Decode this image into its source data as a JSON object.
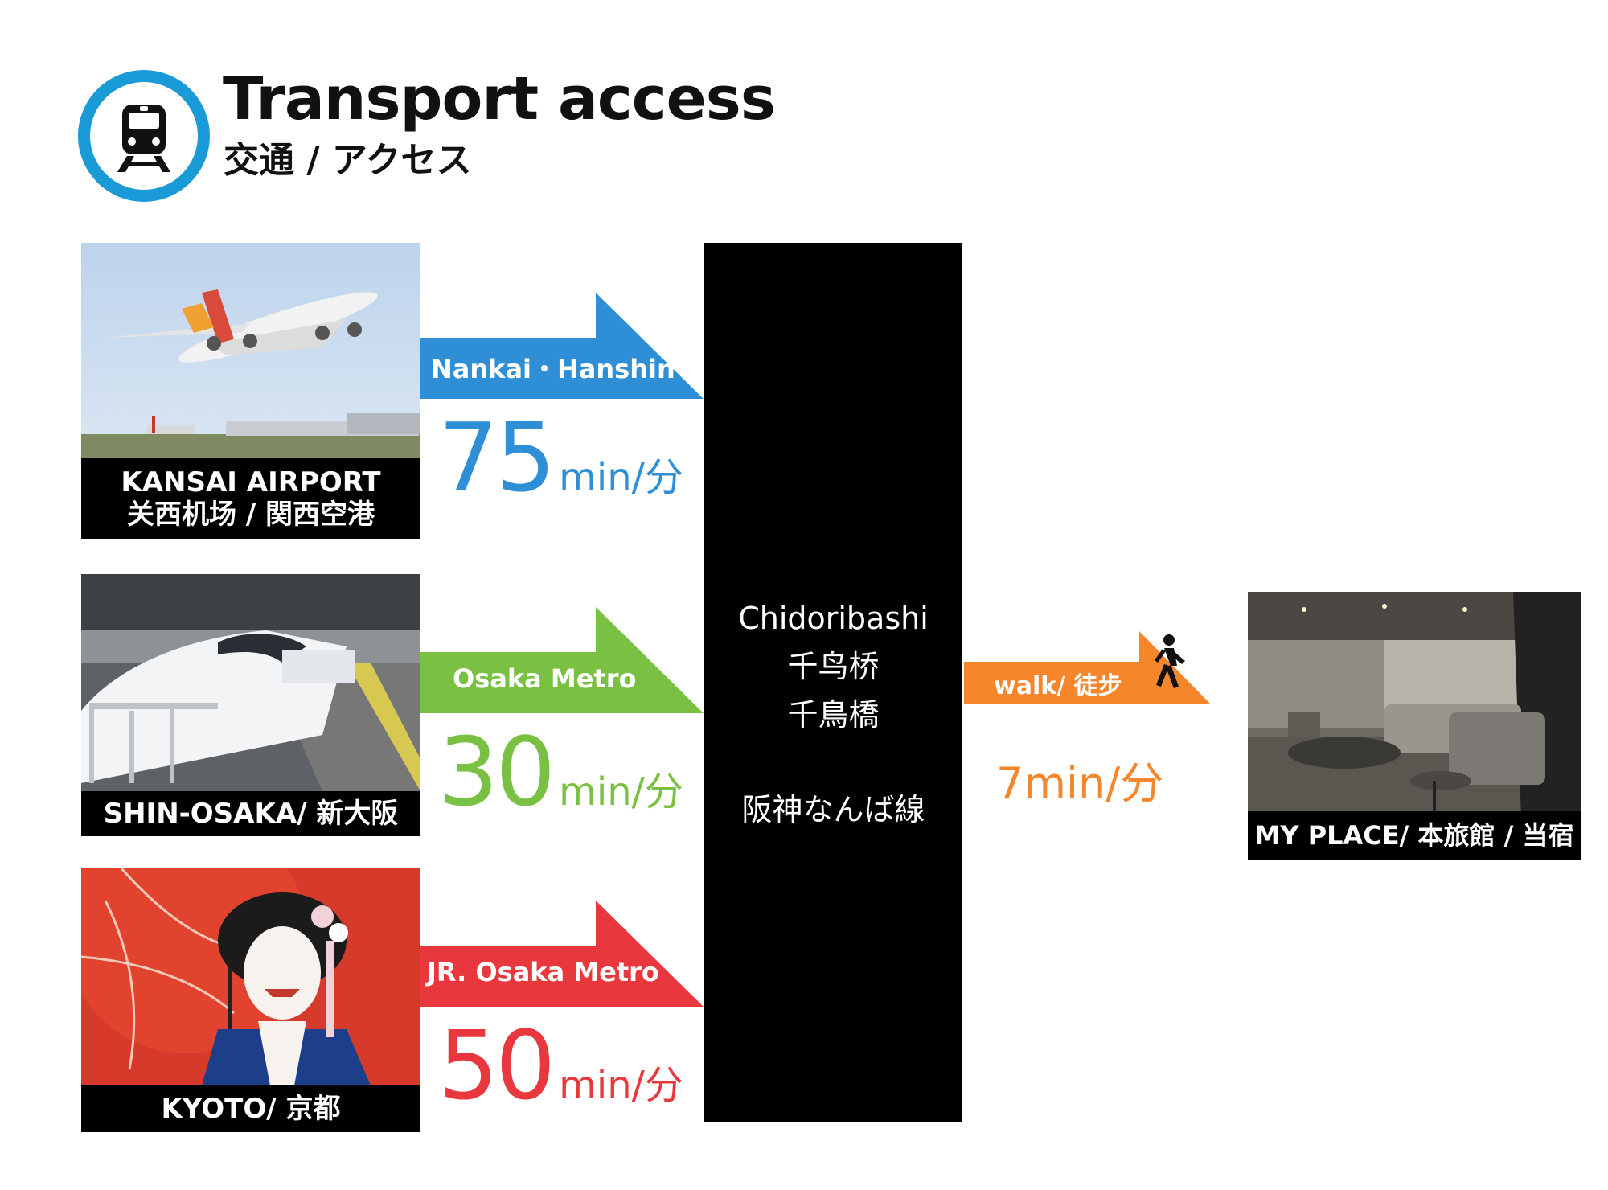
{
  "header": {
    "title": "Transport access",
    "subtitle": "交通 / アクセス",
    "icon": "train-icon",
    "accent": "#1a9ad6"
  },
  "origins": [
    {
      "caption_line1": "KANSAI AIRPORT",
      "caption_line2": "关西机场 / 関西空港",
      "photo": "airplane-photo",
      "line": "Nankai・Hanshin",
      "minutes": "75",
      "unit": "min/分",
      "color": "#2e8fd6"
    },
    {
      "caption_line1": "SHIN-OSAKA/ 新大阪",
      "photo": "shinkansen-photo",
      "line": "Osaka Metro",
      "minutes": "30",
      "unit": "min/分",
      "color": "#7ac143"
    },
    {
      "caption_line1": "KYOTO/ 京都",
      "photo": "geisha-photo",
      "line": "JR. Osaka Metro",
      "minutes": "50",
      "unit": "min/分",
      "color": "#e8383d"
    }
  ],
  "station": {
    "name_en": "Chidoribashi",
    "name_cn": "千鸟桥",
    "name_jp": "千鳥橋",
    "line": "阪神なんば線"
  },
  "walk": {
    "label": "walk/ 徒步",
    "time": "7min/分",
    "color": "#f5862b",
    "icon": "walking-person-icon"
  },
  "destination": {
    "caption": "MY PLACE/ 本旅館 / 当宿",
    "photo": "living-room-photo"
  }
}
